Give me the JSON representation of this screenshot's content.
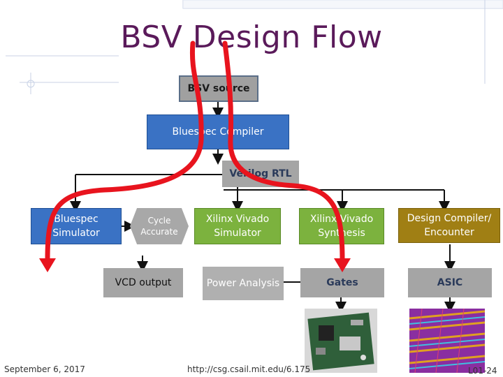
{
  "title": "BSV Design Flow",
  "nodes": {
    "bsv_source": "BSV source",
    "compiler": "Bluespec Compiler",
    "verilog": "Verilog RTL",
    "bluespec_sim": "Bluespec Simulator",
    "cycle_accurate": "Cycle Accurate",
    "xilinx_sim": "Xilinx  Vivado Simulator",
    "xilinx_synth": "Xilinx Vivado Synthesis",
    "design_compiler": "Design Compiler/ Encounter",
    "vcd_output": "VCD output",
    "power_analysis": "Power Analysis",
    "gates": "Gates",
    "asic": "ASIC"
  },
  "footer": {
    "date": "September 6, 2017",
    "url": "http://csg.csail.mit.edu/6.175",
    "slide": "L01-24"
  },
  "colors": {
    "title": "#5a1a5a",
    "blue_box": "#3a72c4",
    "green_box": "#7cb23e",
    "olive_box": "#a07f14",
    "gray_box": "#a5a5a5",
    "red_arrow": "#e8141e"
  },
  "images": [
    "fpga-board-photo",
    "asic-wafer-photo"
  ]
}
